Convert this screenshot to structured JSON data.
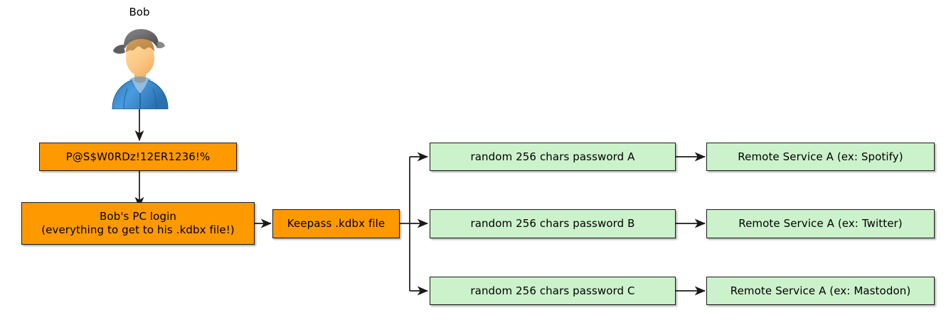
{
  "diagram": {
    "title_label": "Bob",
    "colors": {
      "secret_fill": "#ff9900",
      "service_fill": "#ccf2cc",
      "stroke": "#1a1a1a",
      "background": "#ffffff",
      "hoodie": "#3d8ed4",
      "cap": "#6e6e6e",
      "hair": "#c79a62",
      "skin": "#fbc784"
    },
    "person": {
      "name": "Bob",
      "avatar_icon": "user-avatar-icon"
    },
    "secrets": [
      {
        "id": "master-password",
        "label": "P@S$W0RDz!12ER1236!%"
      },
      {
        "id": "pc-login",
        "label_line1": "Bob's PC login",
        "label_line2": "(everything to get to his .kdbx file!)"
      },
      {
        "id": "keepass-file",
        "label": "Keepass .kdbx file"
      }
    ],
    "generated_passwords": [
      {
        "id": "password-a",
        "label": "random 256 chars password A"
      },
      {
        "id": "password-b",
        "label": "random 256 chars password B"
      },
      {
        "id": "password-c",
        "label": "random 256 chars password C"
      }
    ],
    "remote_services": [
      {
        "id": "service-spotify",
        "label": "Remote Service A (ex: Spotify)"
      },
      {
        "id": "service-twitter",
        "label": "Remote Service A (ex: Twitter)"
      },
      {
        "id": "service-mastodon",
        "label": "Remote Service A (ex: Mastodon)"
      }
    ],
    "edges": [
      {
        "from": "bob",
        "to": "master-password"
      },
      {
        "from": "master-password",
        "to": "pc-login"
      },
      {
        "from": "pc-login",
        "to": "keepass-file"
      },
      {
        "from": "keepass-file",
        "to": "password-a"
      },
      {
        "from": "keepass-file",
        "to": "password-b"
      },
      {
        "from": "keepass-file",
        "to": "password-c"
      },
      {
        "from": "password-a",
        "to": "service-spotify"
      },
      {
        "from": "password-b",
        "to": "service-twitter"
      },
      {
        "from": "password-c",
        "to": "service-mastodon"
      }
    ]
  }
}
